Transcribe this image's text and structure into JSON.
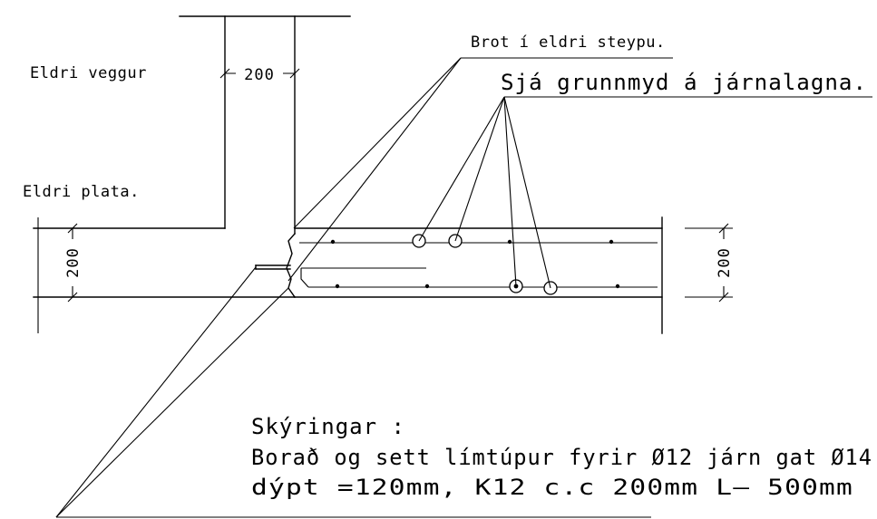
{
  "labels": {
    "wall": "Eldri veggur",
    "slab": "Eldri plata.",
    "break": "Brot í eldri steypu.",
    "rebar_plan": "Sjá grunnmyd á járnalagna."
  },
  "dimensions": {
    "wall_thickness": "200",
    "slab_left": "200",
    "slab_right": "200"
  },
  "notes": {
    "heading": "Skýringar :",
    "line1": "Borað og sett límtúpur fyrir Ø12 járn gat Ø14",
    "line2": "dýpt =120mm, K12 c.c 200mm L— 500mm"
  }
}
